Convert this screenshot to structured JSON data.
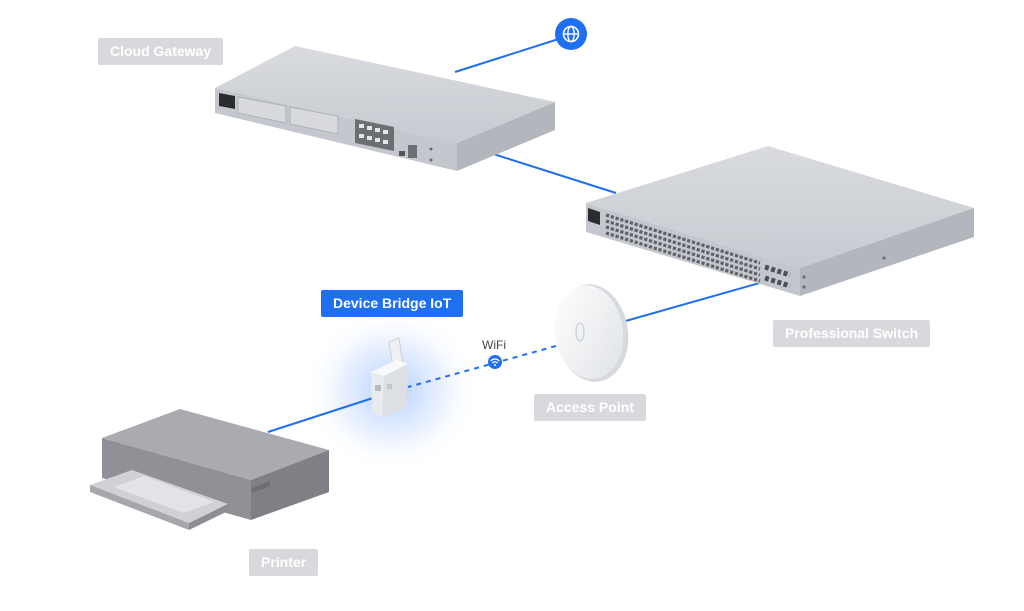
{
  "labels": {
    "cloud_gateway": "Cloud Gateway",
    "professional_switch": "Professional Switch",
    "device_bridge": "Device Bridge IoT",
    "access_point": "Access Point",
    "printer": "Printer",
    "wifi": "WiFi"
  },
  "colors": {
    "link_blue": "#1f6ff2",
    "label_gray": "#d8d9dc",
    "highlight_blue": "#1f6ff2",
    "device_silver": "#c9ccd2",
    "printer_gray": "#8e9094"
  },
  "icons": {
    "internet": "globe-icon",
    "wifi": "wifi-icon"
  }
}
